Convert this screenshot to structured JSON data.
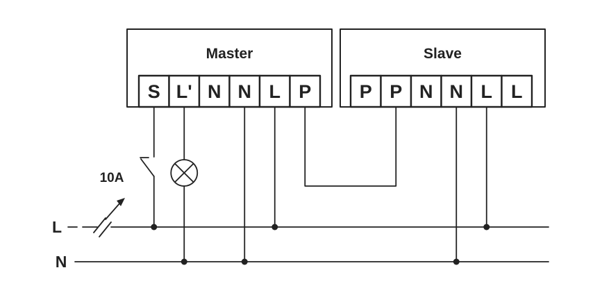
{
  "diagram": {
    "master": {
      "label": "Master",
      "terminals": [
        "S",
        "L'",
        "N",
        "N",
        "L",
        "P"
      ]
    },
    "slave": {
      "label": "Slave",
      "terminals": [
        "P",
        "P",
        "N",
        "N",
        "L",
        "L"
      ]
    },
    "breaker": {
      "label": "10A"
    },
    "bus": {
      "live_label": "L",
      "neutral_label": "N"
    },
    "colors": {
      "line": "#222222",
      "background": "#ffffff"
    }
  }
}
